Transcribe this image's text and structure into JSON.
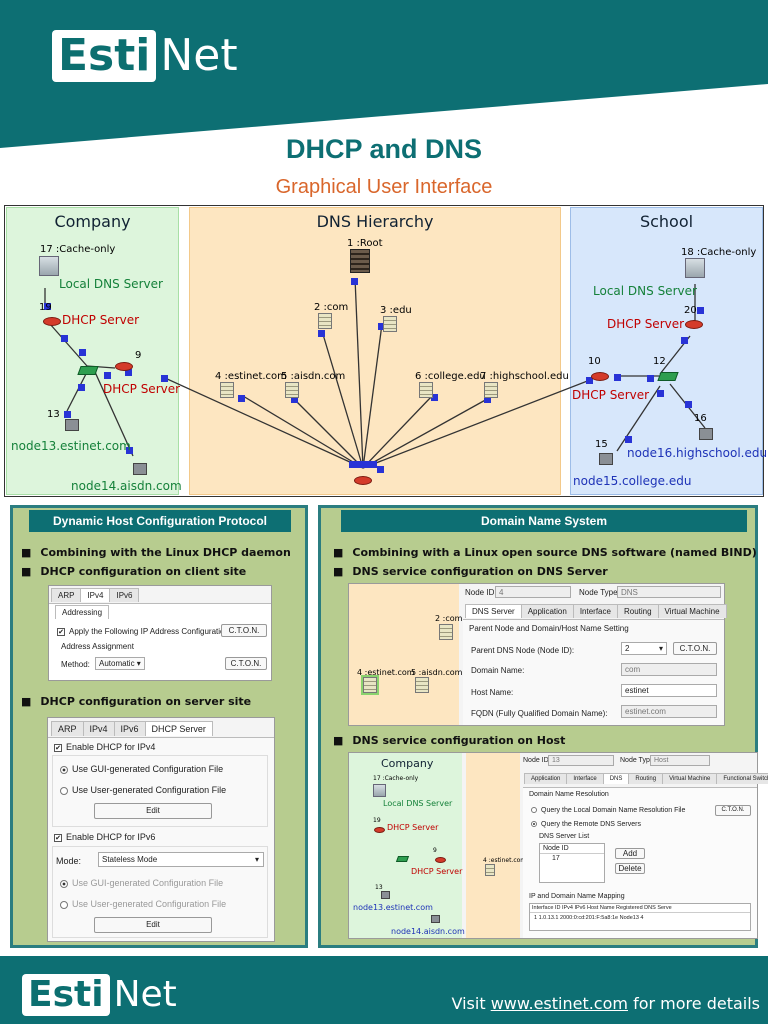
{
  "brand": {
    "logo_box": "Esti",
    "logo_rest": "Net"
  },
  "title": "DHCP and DNS",
  "subtitle": "Graphical User Interface",
  "topology": {
    "regions": {
      "company": "Company",
      "dns": "DNS Hierarchy",
      "school": "School"
    },
    "labels": {
      "n17": "17 :Cache-only",
      "local_dns_left": "Local DNS Server",
      "n19": "19",
      "dhcp_left": "DHCP Server",
      "n9": "9",
      "dhcp_left2": "DHCP Server",
      "n13": "13",
      "node13": "node13.estinet.com",
      "node14": "node14.aisdn.com",
      "root": "1 :Root",
      "com": "2 :com",
      "edu": "3 :edu",
      "estinet": "4 :estinet.com",
      "aisdn": "5 :aisdn.com",
      "college": "6 :college.edu",
      "highschool": "7 :highschool.edu",
      "n18": "18 :Cache-only",
      "local_dns_right": "Local DNS Server",
      "n20": "20",
      "dhcp_right": "DHCP Server",
      "n10": "10",
      "n12": "12",
      "dhcp_right2": "DHCP Server",
      "n16": "16",
      "n15": "15",
      "node16": "node16.highschool.edu",
      "node15": "node15.college.edu"
    }
  },
  "left_panel": {
    "header": "Dynamic Host Configuration Protocol",
    "bullet1": "Combining with the Linux DHCP daemon",
    "bullet2": "DHCP configuration on client site",
    "bullet3": "DHCP configuration on server site",
    "client": {
      "tabs": [
        "ARP",
        "IPv4",
        "IPv6"
      ],
      "subtab": "Addressing",
      "apply": "Apply the Following IP Address Configuration",
      "cton": "C.T.O.N.",
      "addr_assign": "Address Assignment",
      "method_label": "Method:",
      "method_value": "Automatic"
    },
    "server": {
      "tabs": [
        "ARP",
        "IPv4",
        "IPv6",
        "DHCP Server"
      ],
      "enable4": "Enable DHCP for IPv4",
      "gui4": "Use GUI-generated Configuration File",
      "user4": "Use User-generated Configuration File",
      "edit": "Edit",
      "enable6": "Enable DHCP for IPv6",
      "mode_label": "Mode:",
      "mode_value": "Stateless Mode",
      "gui6": "Use GUI-generated Configuration File",
      "user6": "Use User-generated Configuration File"
    }
  },
  "right_panel": {
    "header": "Domain Name System",
    "bullet1": "Combining with a Linux open source DNS software (named BIND)",
    "bullet2": "DNS service configuration on DNS Server",
    "bullet3": "DNS service configuration on Host",
    "dns_server": {
      "node_id_label": "Node ID",
      "node_id": "4",
      "node_type_label": "Node Type",
      "node_type": "DNS",
      "tabs": [
        "DNS Server",
        "Application",
        "Interface",
        "Routing",
        "Virtual Machine"
      ],
      "section": "Parent Node and Domain/Host Name Setting",
      "parent_label": "Parent DNS Node (Node ID):",
      "parent_value": "2",
      "cton": "C.T.O.N.",
      "domain_label": "Domain Name:",
      "domain_value": "com",
      "host_label": "Host Name:",
      "host_value": "estinet",
      "fqdn_label": "FQDN (Fully Qualified Domain Name):",
      "fqdn_value": "estinet.com",
      "map_com": "2 :com",
      "map_estinet": "4 :estinet.com",
      "map_aisdn": "5 :aisdn.com"
    },
    "dns_host": {
      "node_id_label": "Node ID",
      "node_id": "13",
      "node_type_label": "Node Type",
      "node_type": "Host",
      "tabs": [
        "Application",
        "Interface",
        "DNS",
        "Routing",
        "Virtual Machine",
        "Functional Switch"
      ],
      "section": "Domain Name Resolution",
      "opt1": "Query the Local Domain Name Resolution File",
      "opt2": "Query the Remote DNS Servers",
      "cton": "C.T.O.N.",
      "list_title": "DNS Server List",
      "list_header": "Node ID",
      "list_value": "17",
      "add": "Add",
      "delete": "Delete",
      "mapping_title": "IP and Domain Name Mapping",
      "mapping_header": "Interface ID IPv4    IPv6    Host Name Registered DNS Serve",
      "mapping_row": "1   1.0.13.1 2000:0:cd:201:F:5a8:1e  Node13  4",
      "map_company": "Company",
      "map_n17": "17 :Cache-only",
      "map_local": "Local DNS Server",
      "map_n19": "19",
      "map_dhcp": "DHCP Server",
      "map_n9": "9",
      "map_dhcp2": "DHCP Server",
      "map_n13": "13",
      "map_node13": "node13.estinet.com",
      "map_node14": "node14.aisdn.com",
      "map_estinet": "4 :estinet.com"
    }
  },
  "footer": {
    "visit": "Visit",
    "url": "www.estinet.com",
    "more": "for more details"
  },
  "colors": {
    "teal": "#0d6f73",
    "orange": "#d9662b",
    "panel_green": "#b7cc8f"
  }
}
